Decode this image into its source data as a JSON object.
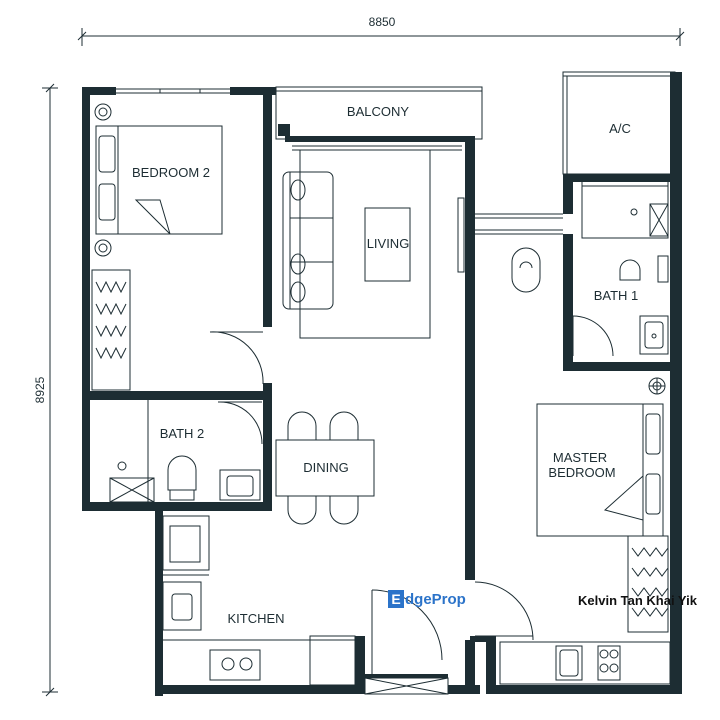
{
  "dimensions": {
    "width_label": "8850",
    "height_label": "8925"
  },
  "rooms": {
    "balcony": "BALCONY",
    "ac": "A/C",
    "bedroom2": "BEDROOM 2",
    "living": "LIVING",
    "bath1": "BATH 1",
    "bath2": "BATH 2",
    "dining": "DINING",
    "master_line1": "MASTER",
    "master_line2": "BEDROOM",
    "kitchen": "KITCHEN"
  },
  "watermark": {
    "badge": "E",
    "text": "dgeProp",
    "credit": "Kelvin Tan Khai Yik"
  },
  "colors": {
    "wall": "#1d2d33",
    "brand": "#2b73c9"
  }
}
